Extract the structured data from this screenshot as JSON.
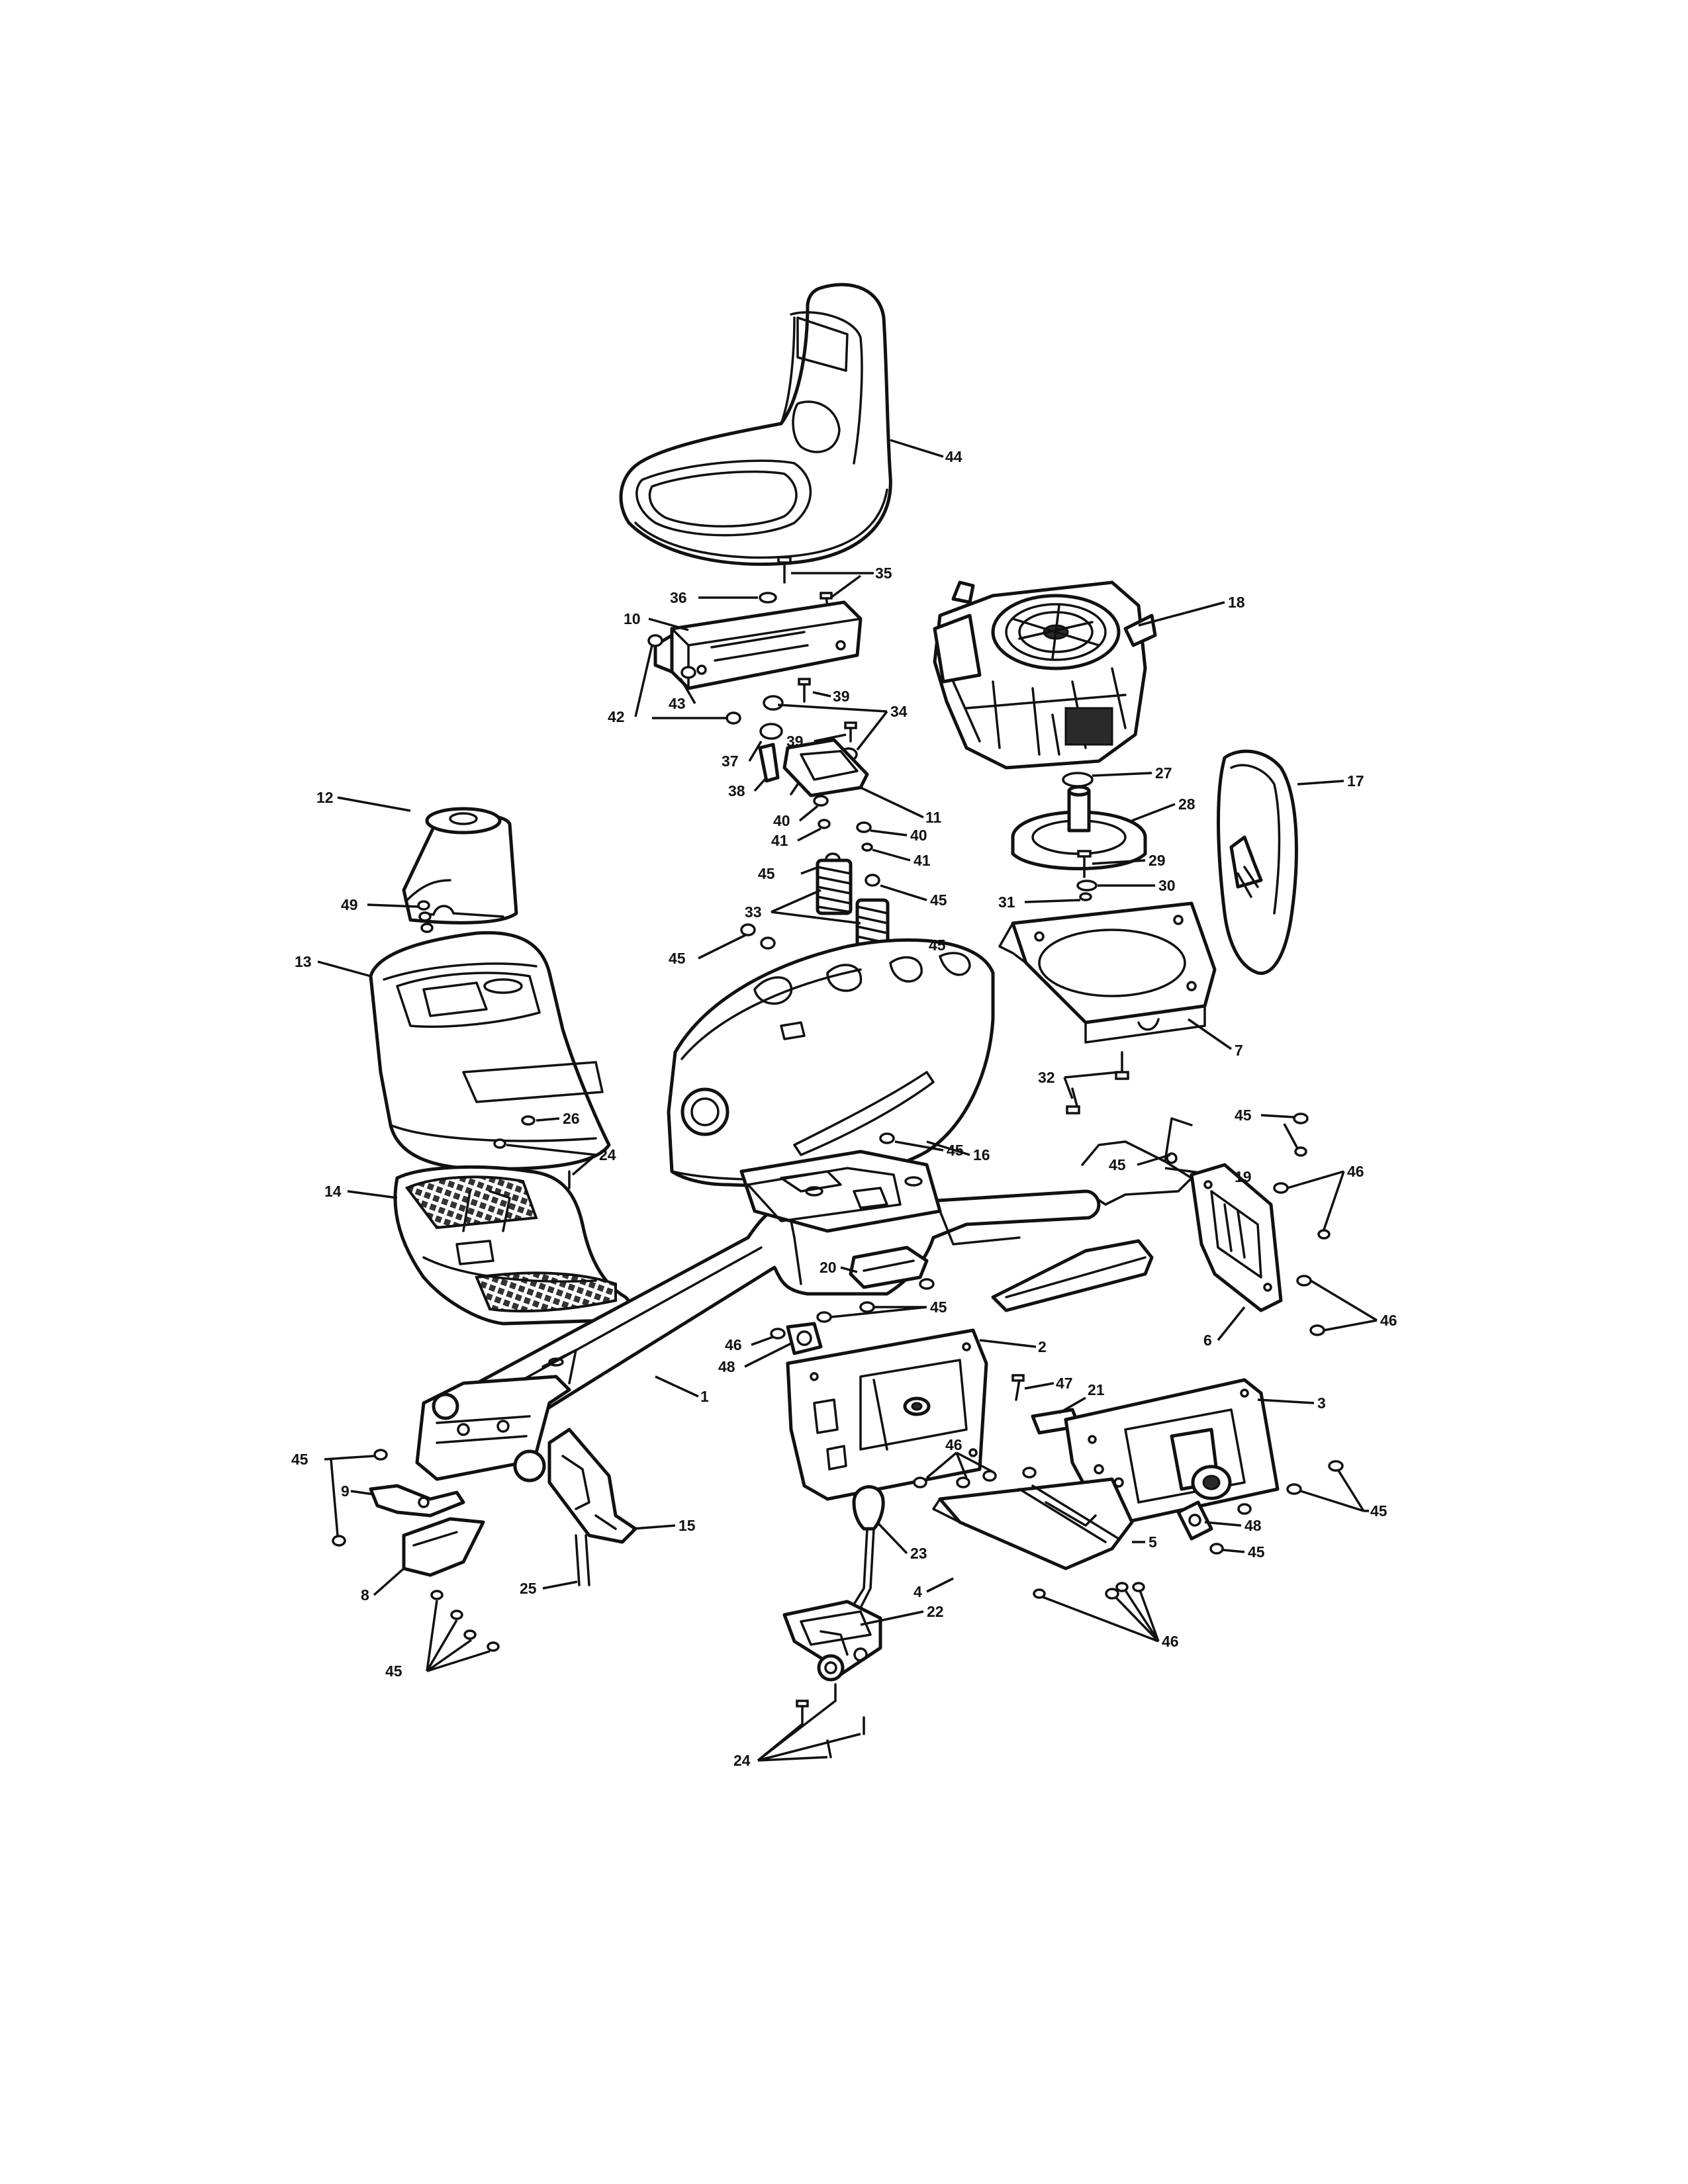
{
  "diagram": {
    "callouts": [
      {
        "id": "c44",
        "text": "44"
      },
      {
        "id": "c35",
        "text": "35"
      },
      {
        "id": "c36",
        "text": "36"
      },
      {
        "id": "c10",
        "text": "10"
      },
      {
        "id": "c18",
        "text": "18"
      },
      {
        "id": "c39a",
        "text": "39"
      },
      {
        "id": "c43",
        "text": "43"
      },
      {
        "id": "c42",
        "text": "42"
      },
      {
        "id": "c34",
        "text": "34"
      },
      {
        "id": "c39b",
        "text": "39"
      },
      {
        "id": "c37",
        "text": "37"
      },
      {
        "id": "c38",
        "text": "38"
      },
      {
        "id": "c11",
        "text": "11"
      },
      {
        "id": "c27",
        "text": "27"
      },
      {
        "id": "c17",
        "text": "17"
      },
      {
        "id": "c12",
        "text": "12"
      },
      {
        "id": "c28a",
        "text": "28"
      },
      {
        "id": "c40a",
        "text": "40"
      },
      {
        "id": "c40b",
        "text": "40"
      },
      {
        "id": "c41a",
        "text": "41"
      },
      {
        "id": "c41b",
        "text": "41"
      },
      {
        "id": "c29",
        "text": "29"
      },
      {
        "id": "c45a",
        "text": "45"
      },
      {
        "id": "c45b",
        "text": "45"
      },
      {
        "id": "c30",
        "text": "30"
      },
      {
        "id": "c49",
        "text": "49"
      },
      {
        "id": "c31",
        "text": "31"
      },
      {
        "id": "c33",
        "text": "33"
      },
      {
        "id": "c45c",
        "text": "45"
      },
      {
        "id": "c45d",
        "text": "45"
      },
      {
        "id": "c13",
        "text": "13"
      },
      {
        "id": "c7",
        "text": "7"
      },
      {
        "id": "c32",
        "text": "32"
      },
      {
        "id": "c45e",
        "text": "45"
      },
      {
        "id": "c16",
        "text": "16"
      },
      {
        "id": "c26",
        "text": "26"
      },
      {
        "id": "c45f",
        "text": "45"
      },
      {
        "id": "c19",
        "text": "19"
      },
      {
        "id": "c24a",
        "text": "24"
      },
      {
        "id": "c45g",
        "text": "45"
      },
      {
        "id": "c14",
        "text": "14"
      },
      {
        "id": "c46a",
        "text": "46"
      },
      {
        "id": "c20",
        "text": "20"
      },
      {
        "id": "c45h",
        "text": "45"
      },
      {
        "id": "c46b",
        "text": "46"
      },
      {
        "id": "c46c",
        "text": "46"
      },
      {
        "id": "c48a",
        "text": "48"
      },
      {
        "id": "c2",
        "text": "2"
      },
      {
        "id": "c6",
        "text": "6"
      },
      {
        "id": "c47",
        "text": "47"
      },
      {
        "id": "c21",
        "text": "21"
      },
      {
        "id": "c1",
        "text": "1"
      },
      {
        "id": "c3",
        "text": "3"
      },
      {
        "id": "c45i",
        "text": "45"
      },
      {
        "id": "c46d",
        "text": "46"
      },
      {
        "id": "c9",
        "text": "9"
      },
      {
        "id": "c45j",
        "text": "45"
      },
      {
        "id": "c48b",
        "text": "48"
      },
      {
        "id": "c45k",
        "text": "45"
      },
      {
        "id": "c15",
        "text": "15"
      },
      {
        "id": "c5",
        "text": "5"
      },
      {
        "id": "c23",
        "text": "23"
      },
      {
        "id": "c25",
        "text": "25"
      },
      {
        "id": "c8",
        "text": "8"
      },
      {
        "id": "c4",
        "text": "4"
      },
      {
        "id": "c22",
        "text": "22"
      },
      {
        "id": "c46e",
        "text": "46"
      },
      {
        "id": "c45l",
        "text": "45"
      },
      {
        "id": "c24b",
        "text": "24"
      }
    ]
  }
}
